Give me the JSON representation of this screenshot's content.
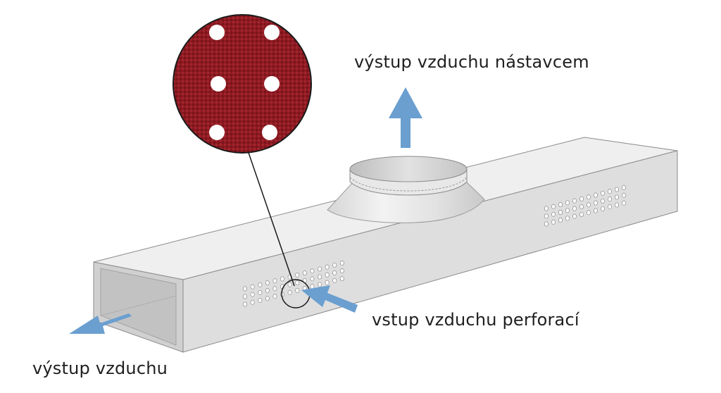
{
  "labels": {
    "outlet_nozzle": "výstup vzduchu nástavcem",
    "inlet_perforation": "vstup vzduchu perforací",
    "outlet_duct": "výstup vzduchu"
  },
  "colors": {
    "arrow": "#6a9fd0",
    "fabric": "#8e1a22",
    "duct_light": "#ececec",
    "duct_mid": "#dadada",
    "duct_dark": "#c9c9c9",
    "outline": "#8a8a8a"
  }
}
